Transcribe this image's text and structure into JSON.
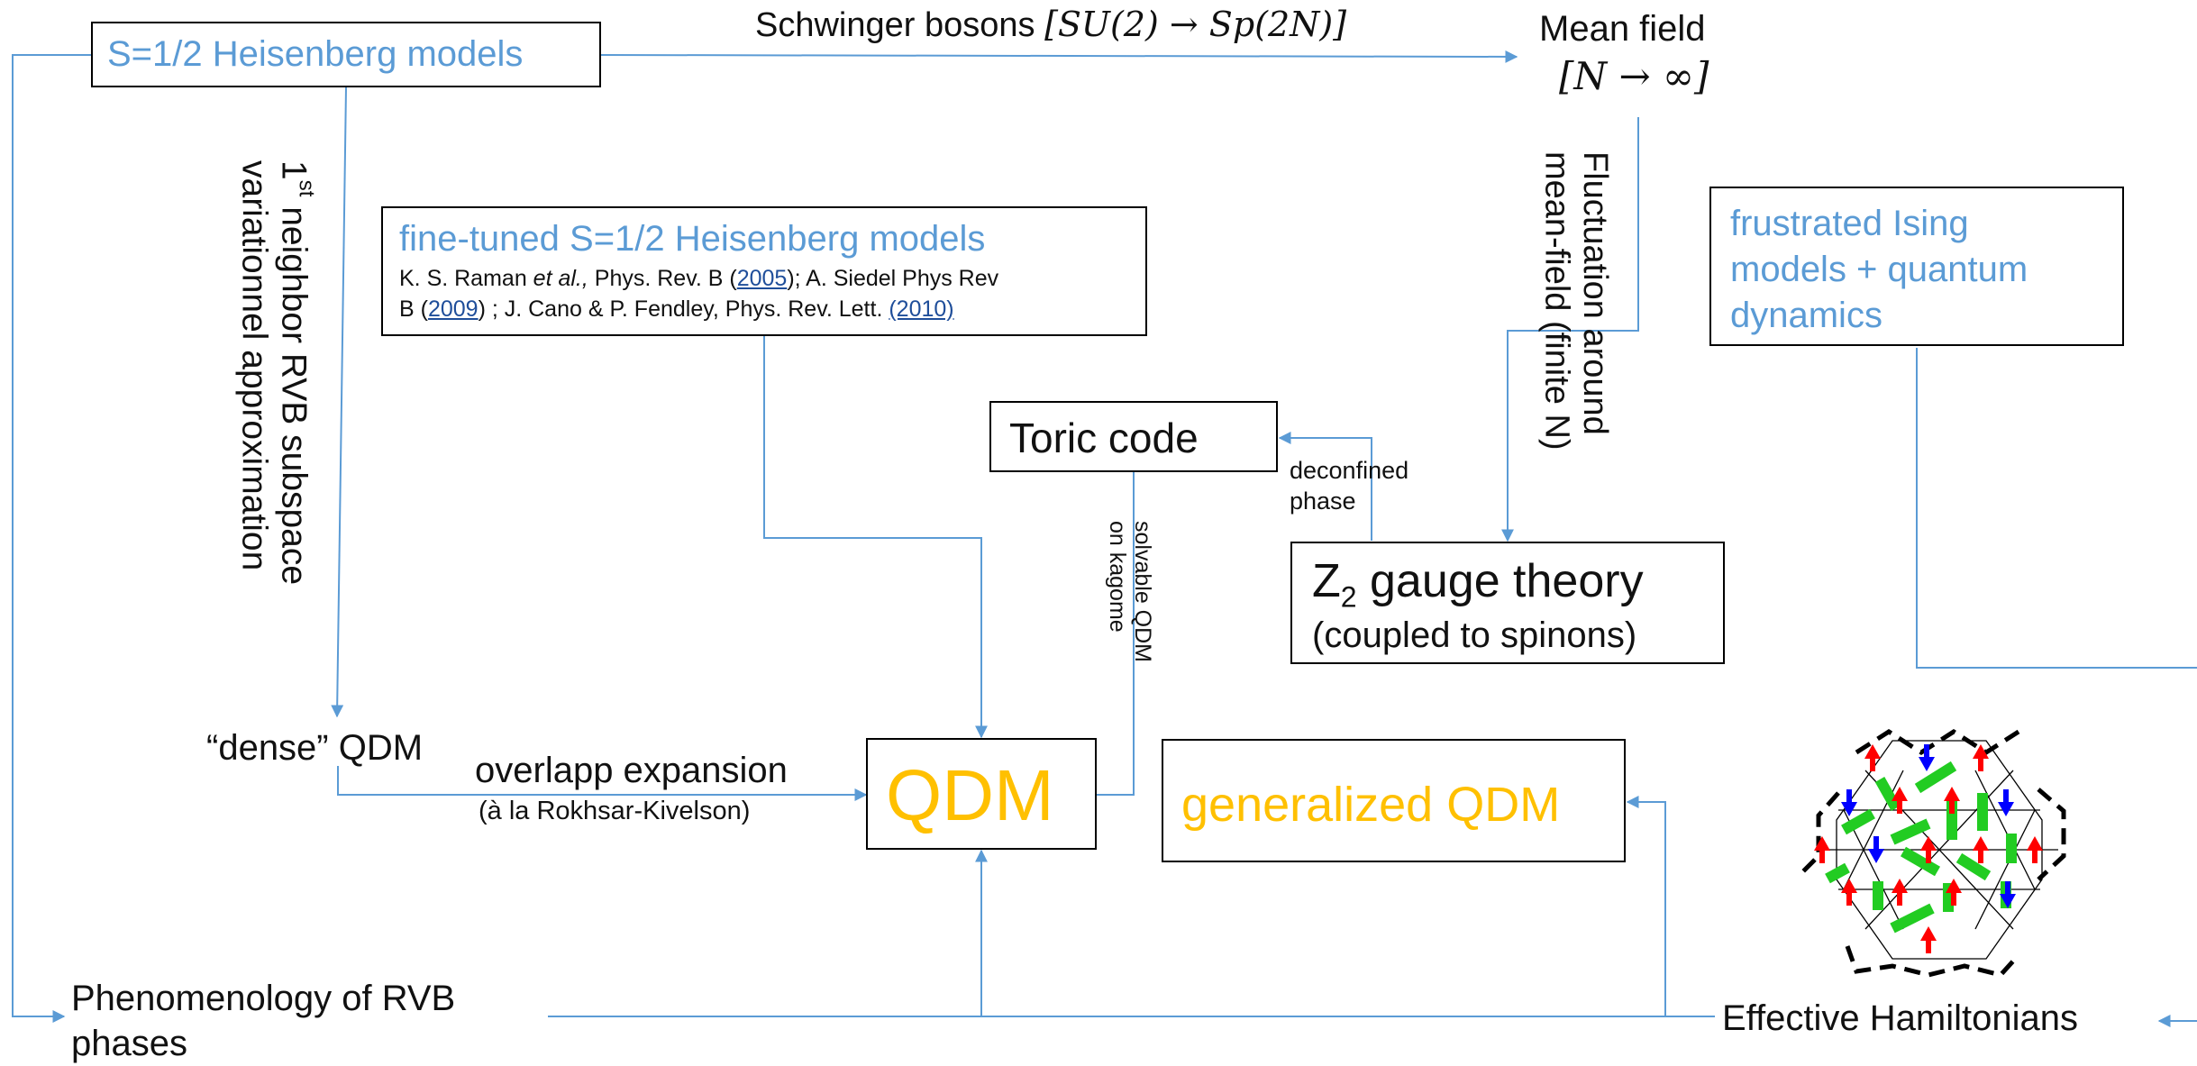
{
  "nodes": {
    "heisenberg": "S=1/2 Heisenberg models",
    "mean_field_line1": "Mean field",
    "mean_field_line2": "[N → ∞]",
    "finetuned_title": "fine-tuned S=1/2 Heisenberg models",
    "finetuned_ref": {
      "a": "K. S. Raman ",
      "a_italic": "et al.,",
      "b": " Phys. Rev. B (",
      "y1": "2005",
      "c": "); A. Siedel Phys Rev",
      "d": "B (",
      "y2": "2009",
      "e": ") ; J. Cano & P. Fendley, Phys. Rev. Lett. ",
      "y3": "(2010)"
    },
    "frustrated_ising_1": "frustrated Ising",
    "frustrated_ising_2": "models + quantum",
    "frustrated_ising_3": "dynamics",
    "toric_code": "Toric code",
    "z2_main": "Z",
    "z2_sub": "2",
    "z2_rest": " gauge theory",
    "z2_line2": "(coupled to spinons)",
    "dense_qdm": "“dense” QDM",
    "qdm": "QDM",
    "generalized_qdm": "generalized QDM",
    "phenomenology_1": "Phenomenology of RVB",
    "phenomenology_2": "phases",
    "effective_hamiltonians": "Effective Hamiltonians"
  },
  "edges": {
    "schwinger_prefix": "Schwinger bosons ",
    "schwinger_math": "[SU(2) → Sp(2N)]",
    "rvb_line1_pre": "1",
    "rvb_line1_sup": "st",
    "rvb_line1_post": " neighbor RVB subspace",
    "rvb_line2": "variationnel approximation",
    "fluct_line1": "Fluctuation around",
    "fluct_line2": "mean-field (finite N)",
    "deconfined_1": "deconfined",
    "deconfined_2": "phase",
    "solvable_1": "solvable QDM",
    "solvable_2": "on kagome",
    "overlap_1": "overlapp expansion",
    "overlap_2": "(à la Rokhsar-Kivelson)"
  },
  "colors": {
    "wire": "#5b9bd5",
    "blue_text": "#5b9bd5",
    "gold_text": "#ffc000",
    "dimer": "#22cc22",
    "arrow_red": "#ff0000",
    "arrow_blue": "#0000ff"
  }
}
